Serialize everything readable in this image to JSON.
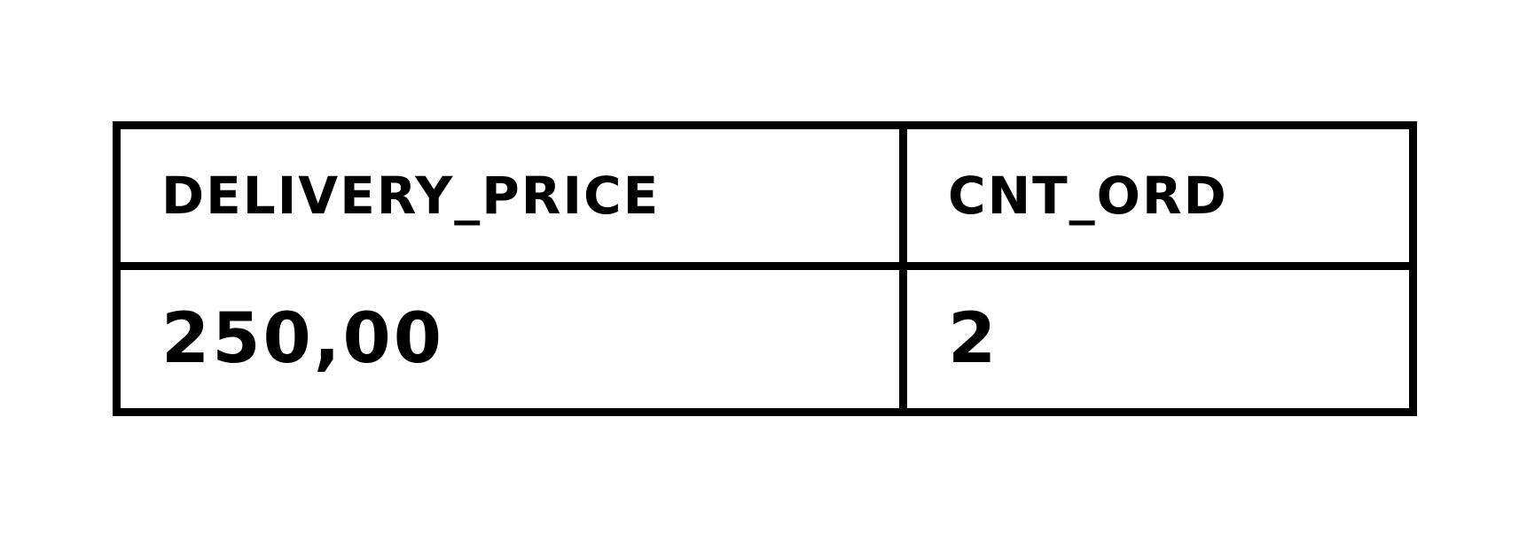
{
  "table": {
    "columns": [
      "DELIVERY_PRICE",
      "CNT_ORD"
    ],
    "rows": [
      [
        "250,00",
        "2"
      ]
    ]
  },
  "colors": {
    "ink": "#000000",
    "background": "#ffffff"
  }
}
